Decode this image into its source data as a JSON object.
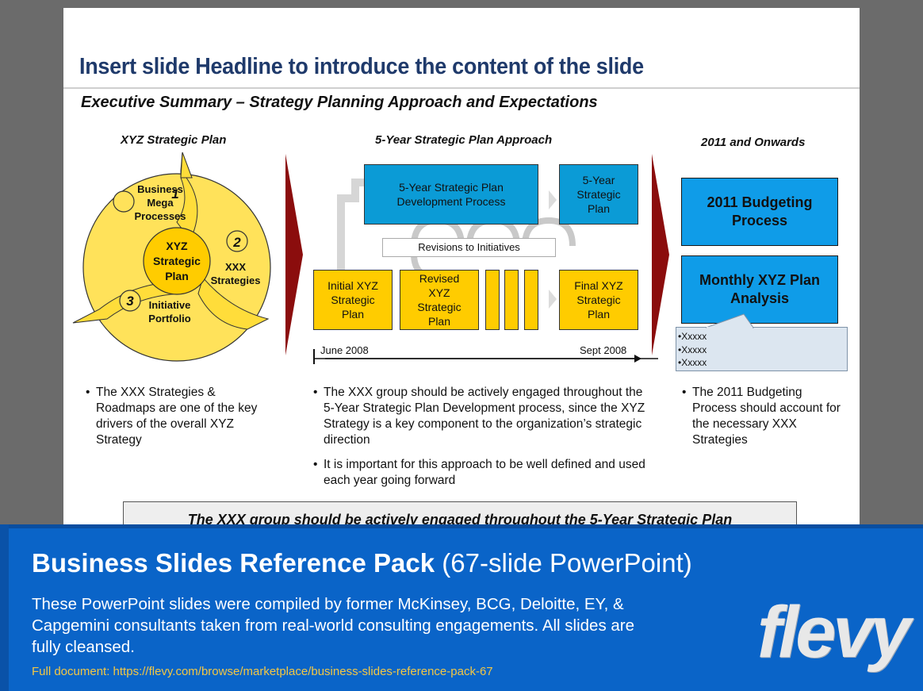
{
  "slide": {
    "headline": "Insert slide Headline to introduce the content of the slide",
    "subtitle": "Executive Summary – Strategy Planning Approach and Expectations",
    "columns": {
      "left_title": "XYZ Strategic Plan",
      "middle_title": "5-Year Strategic Plan Approach",
      "right_title": "2011 and Onwards"
    },
    "cycle": {
      "center": "XYZ Strategic Plan",
      "items": [
        {
          "num": "1",
          "label": "Business Mega Processes"
        },
        {
          "num": "2",
          "label": "XXX Strategies"
        },
        {
          "num": "3",
          "label": "Initiative Portfolio"
        }
      ]
    },
    "approach": {
      "top_box": "5-Year Strategic Plan Development Process",
      "top_right_box": "5-Year Strategic Plan",
      "revisions": "Revisions to Initiatives",
      "initial": "Initial XYZ Strategic Plan",
      "revised": "Revised XYZ Strategic Plan",
      "final": "Final XYZ Strategic Plan",
      "timeline_start": "June 2008",
      "timeline_end": "Sept 2008"
    },
    "right": {
      "budgeting": "2011 Budgeting Process",
      "monthly": "Monthly XYZ Plan Analysis",
      "callout_items": [
        "•Xxxxx",
        "•Xxxxx",
        "•Xxxxx"
      ]
    },
    "bullets_left": [
      "The XXX Strategies & Roadmaps are one of the key drivers of the overall XYZ Strategy"
    ],
    "bullets_middle": [
      "The XXX group should be actively engaged throughout the 5-Year Strategic Plan Development process, since the XYZ Strategy is a key component to the organization’s strategic direction",
      "It is important for this approach to be well defined and used each year going forward"
    ],
    "bullets_right": [
      "The 2011 Budgeting Process should account for the necessary XXX Strategies"
    ],
    "bottom_banner": "The XXX group should be actively engaged throughout the 5-Year Strategic Plan"
  },
  "banner": {
    "title_bold": "Business Slides Reference Pack",
    "title_rest": " (67-slide PowerPoint)",
    "description": "These PowerPoint slides were compiled by former McKinsey, BCG, Deloitte, EY, & Capgemini consultants taken from real-world consulting engagements. All slides are fully cleansed.",
    "link": "Full document: https://flevy.com/browse/marketplace/business-slides-reference-pack-67",
    "logo": "flevy"
  },
  "colors": {
    "headline": "#1f3a6b",
    "process_blue": "#0b9bd6",
    "plan_yellow": "#ffcc00",
    "cycle_yellow": "#ffe25a",
    "divider_red": "#8b0d0d",
    "banner_blue": "#0a64c8",
    "link_gold": "#f2c744"
  }
}
